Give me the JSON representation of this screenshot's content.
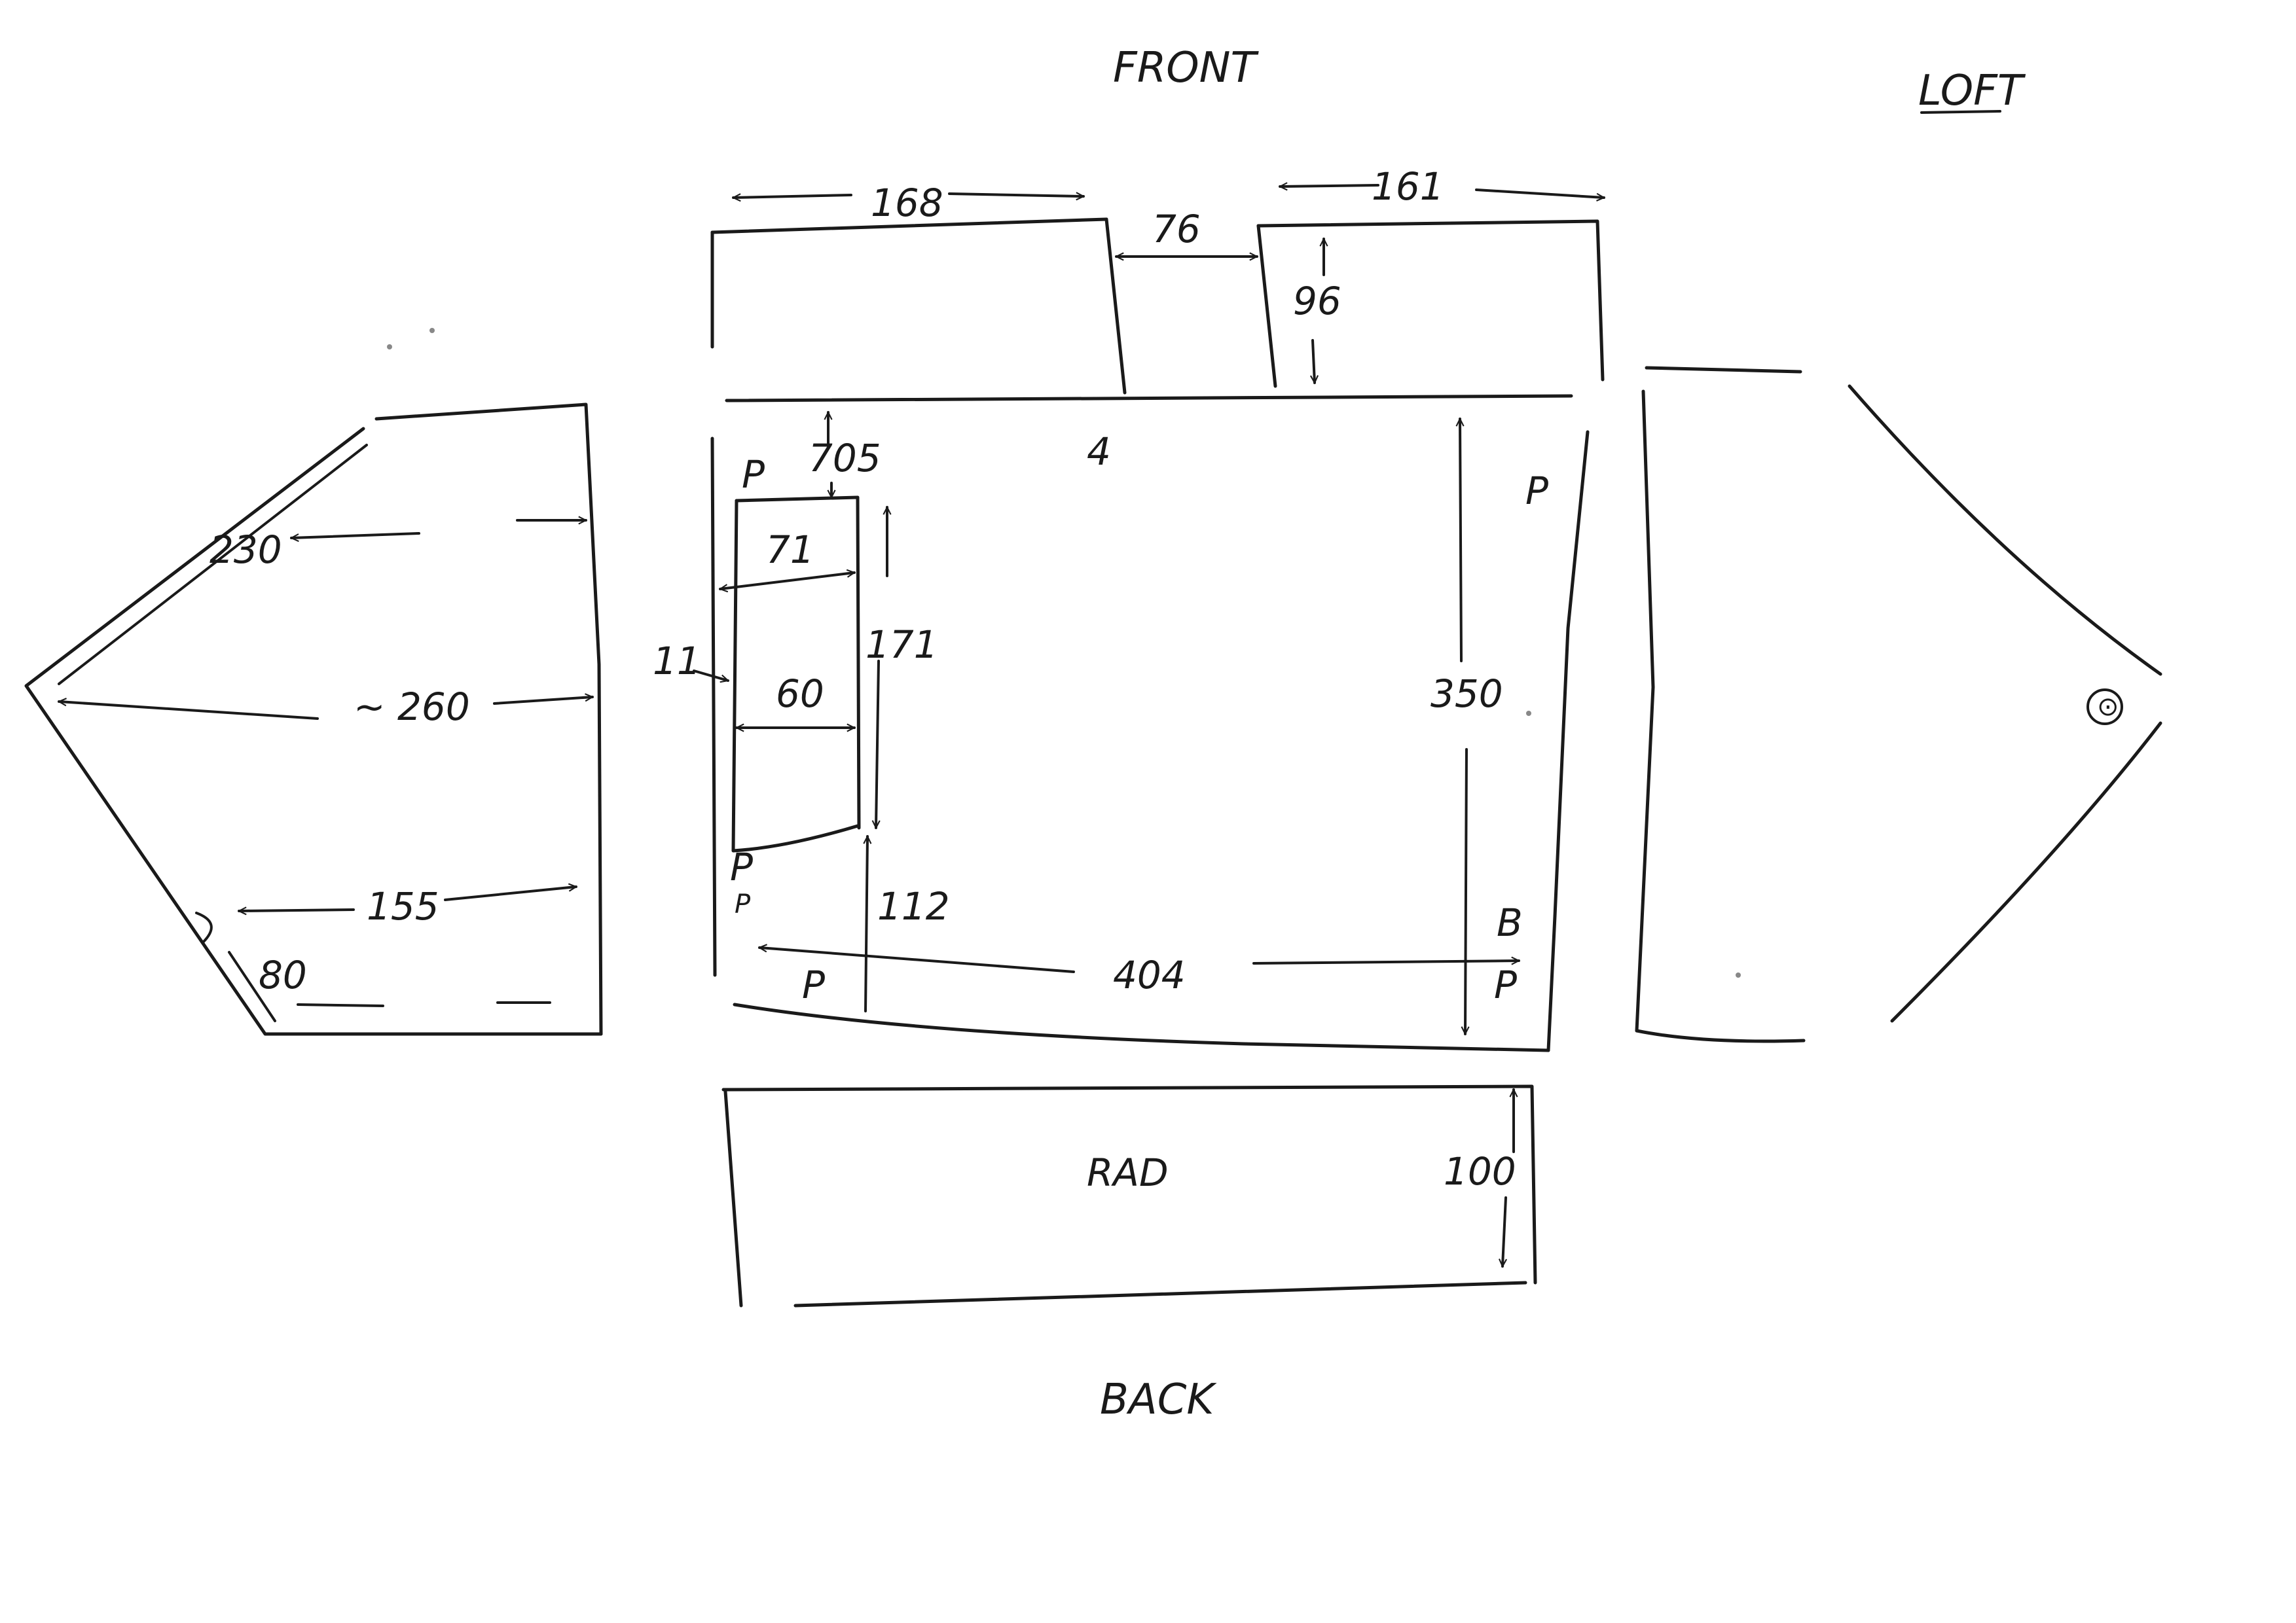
{
  "sides": {
    "top": "FRONT",
    "bottom": "BACK"
  },
  "floor": "LOFT",
  "bath_label": "RAD",
  "dimensions": {
    "wardrobe_left_width": "168",
    "gap_between": "76",
    "wardrobe_right_width": "161",
    "wardrobe_right_depth": "96",
    "room_top_mark": "4",
    "offset_top": "705",
    "en_suite_width": "71",
    "en_suite_inner": "60",
    "en_suite_height": "171",
    "left_wall_mark": "11",
    "below_en_suite": "112",
    "room_width": "404",
    "room_depth": "350",
    "bottom_strip_depth": "100",
    "left_diag": "230",
    "left_mid": "~ 260",
    "left_low": "155",
    "left_corner": "80"
  },
  "markers": {
    "p": "P",
    "door_glyph": "B",
    "light_glyph": "⊙"
  }
}
